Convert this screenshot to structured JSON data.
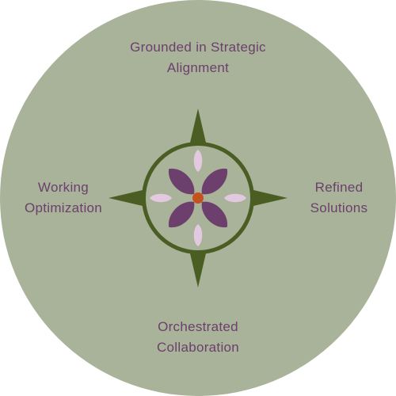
{
  "diagram": {
    "labels": {
      "top": [
        "Grounded in Strategic",
        "Alignment"
      ],
      "right": [
        "Refined",
        "Solutions"
      ],
      "bottom": [
        "Orchestrated",
        "Collaboration"
      ],
      "left": [
        "Working",
        "Optimization"
      ]
    },
    "icon": "compass-rose-flower-icon"
  },
  "colors": {
    "background_circle": "#a8b39a",
    "compass_green": "#4a5e24",
    "inner_circle": "#a8b39a",
    "petal_dark": "#6c3f6c",
    "petal_light": "#e2c9e0",
    "center_dot": "#c4521f",
    "text": "#6c3f6c"
  }
}
